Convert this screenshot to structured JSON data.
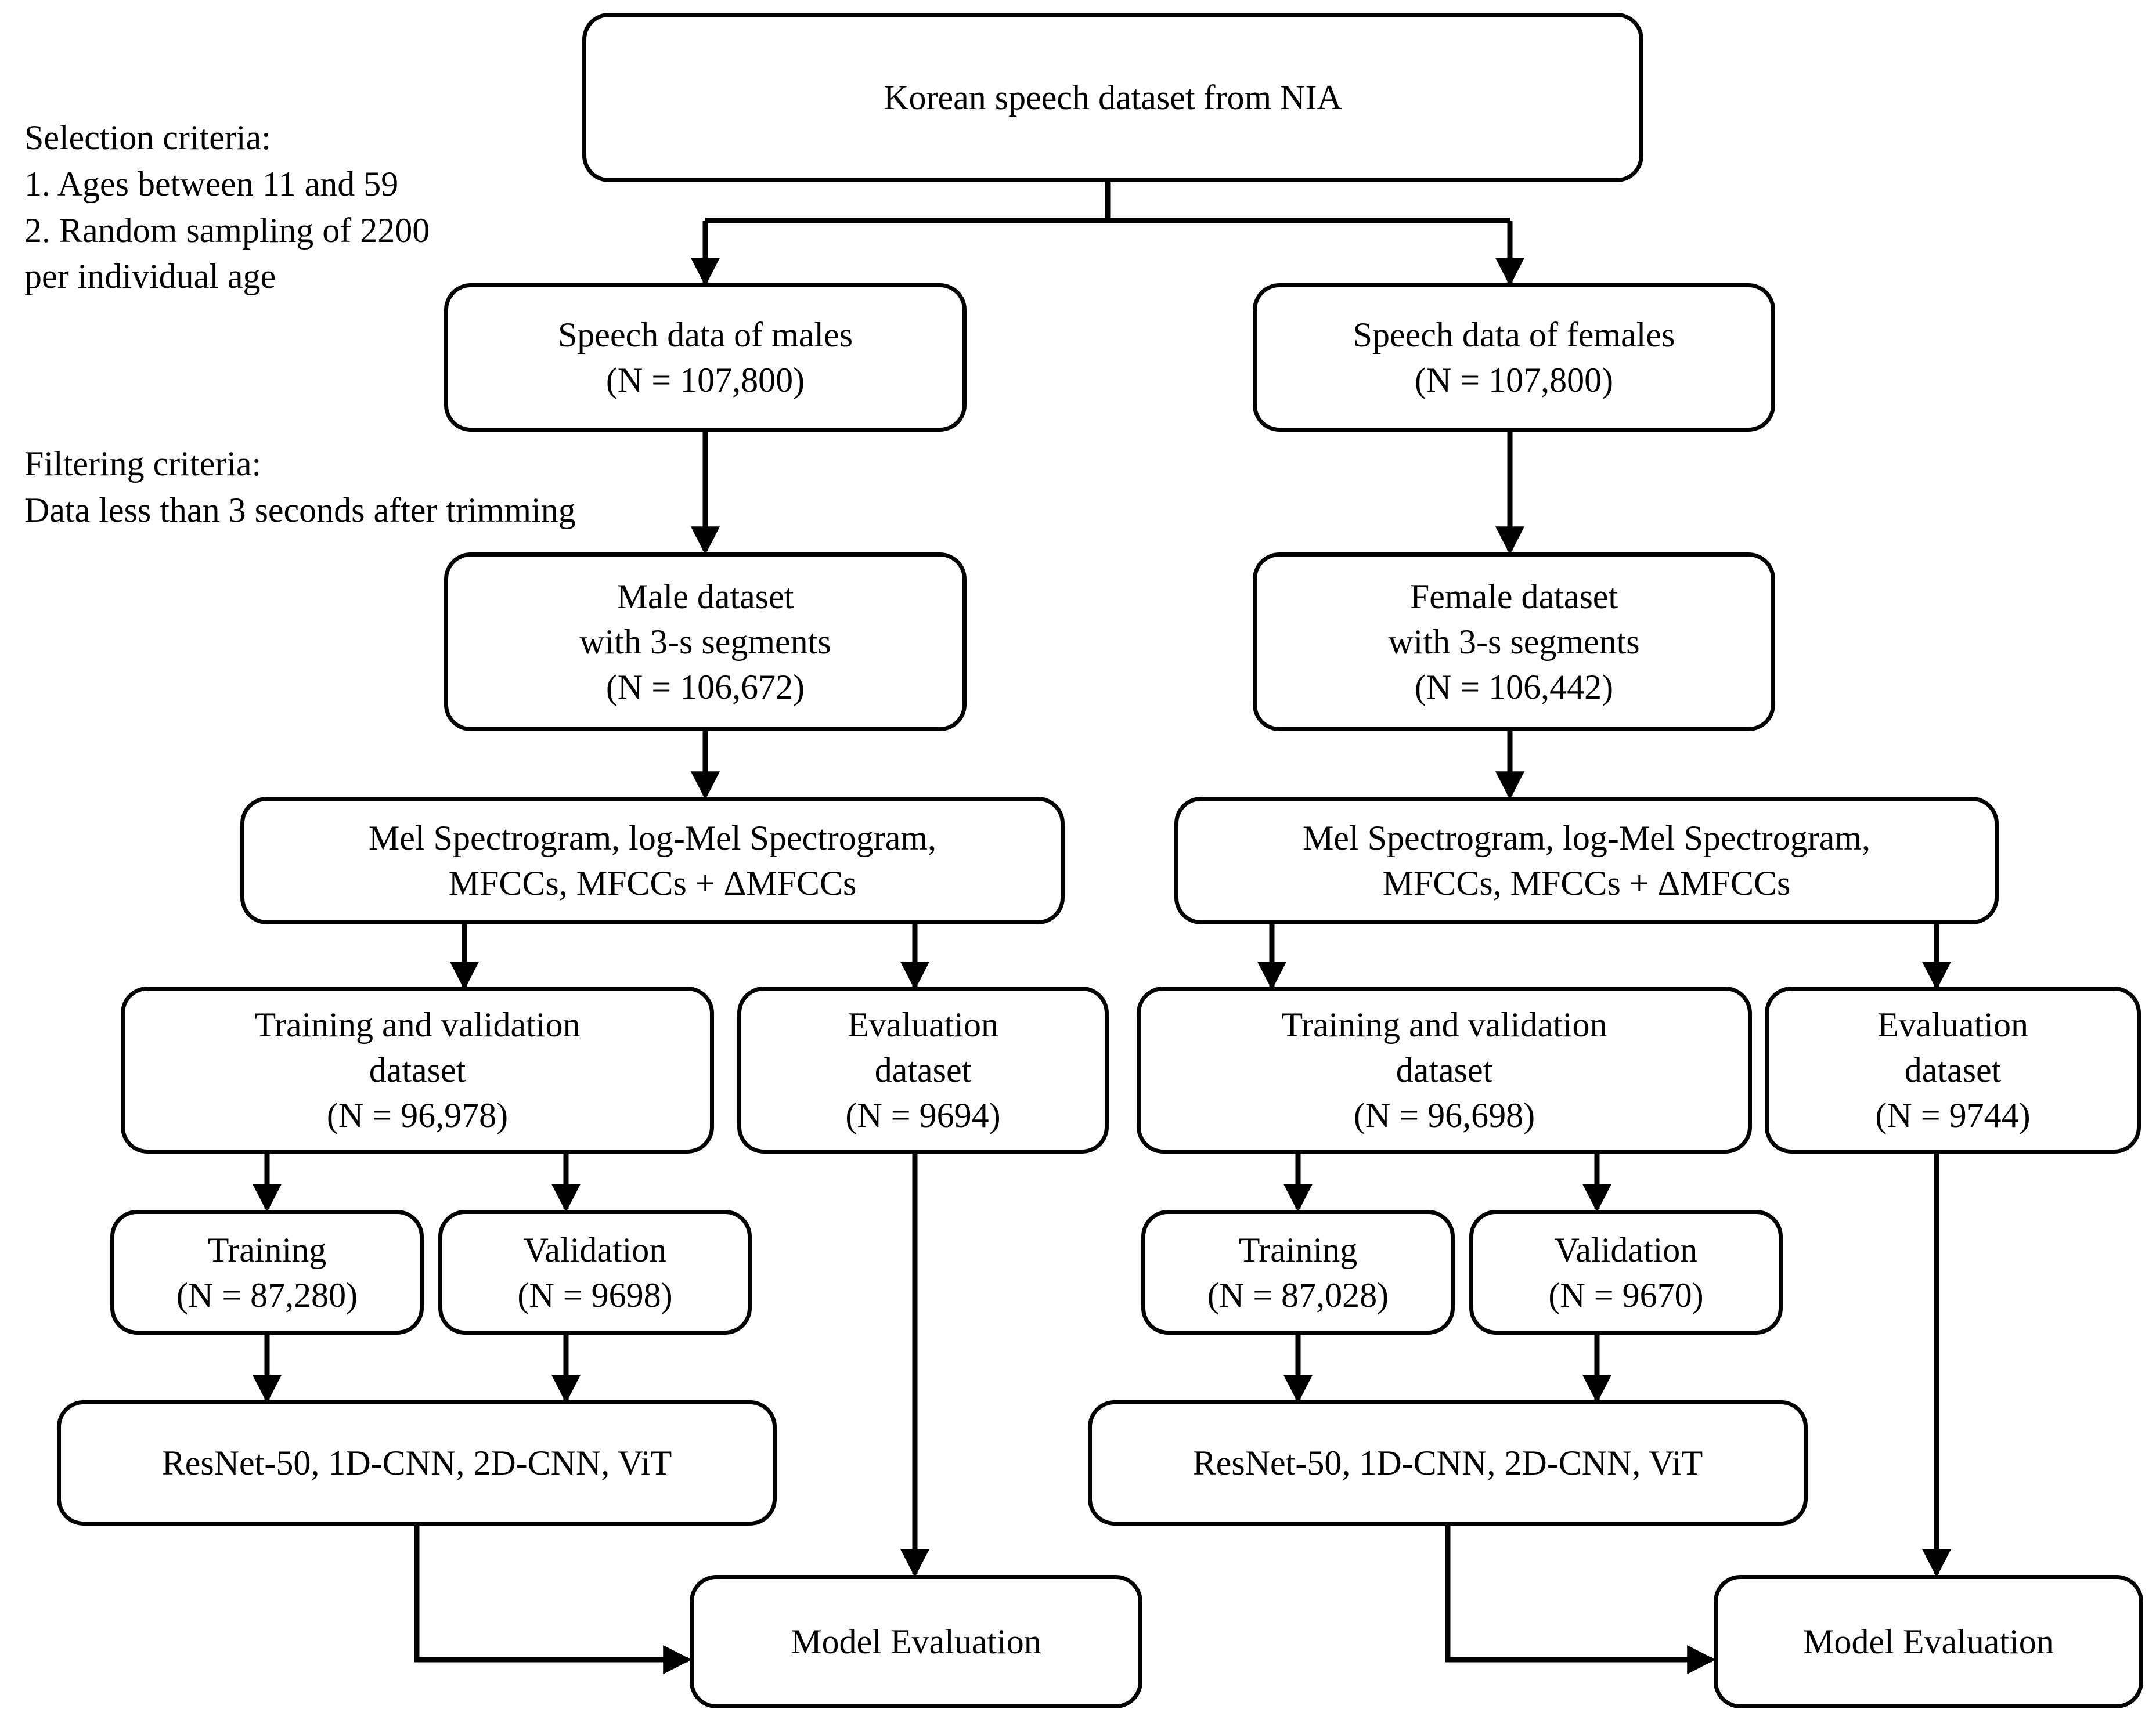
{
  "diagram": {
    "title": "Korean speech dataset processing and model evaluation flowchart",
    "stroke_color": "#000000",
    "background_color": "#ffffff",
    "notes": [
      {
        "id": "selection-criteria",
        "text": "Selection criteria:\n1. Ages between 11 and 59\n2. Random sampling of 2200\n     per individual age"
      },
      {
        "id": "filtering-criteria",
        "text": "Filtering criteria:\nData less than 3 seconds after trimming"
      }
    ],
    "nodes": {
      "source": "Korean speech dataset from NIA",
      "male_speech": "Speech data of males\n(N = 107,800)",
      "female_speech": "Speech data of females\n(N = 107,800)",
      "male_dataset": "Male dataset\nwith 3-s segments\n(N = 106,672)",
      "female_dataset": "Female dataset\nwith 3-s segments\n(N = 106,442)",
      "male_features": "Mel Spectrogram, log-Mel Spectrogram,\nMFCCs, MFCCs + ΔMFCCs",
      "female_features": "Mel Spectrogram, log-Mel Spectrogram,\nMFCCs, MFCCs + ΔMFCCs",
      "male_trainval": "Training and validation\ndataset\n(N = 96,978)",
      "male_eval": "Evaluation\ndataset\n(N = 9694)",
      "female_trainval": "Training and validation\ndataset\n(N = 96,698)",
      "female_eval": "Evaluation\ndataset\n(N = 9744)",
      "male_training": "Training\n(N = 87,280)",
      "male_validation": "Validation\n(N = 9698)",
      "female_training": "Training\n(N = 87,028)",
      "female_validation": "Validation\n(N = 9670)",
      "male_models": "ResNet-50, 1D-CNN, 2D-CNN, ViT",
      "female_models": "ResNet-50, 1D-CNN, 2D-CNN, ViT",
      "male_model_evaluation": "Model Evaluation",
      "female_model_evaluation": "Model Evaluation"
    }
  }
}
